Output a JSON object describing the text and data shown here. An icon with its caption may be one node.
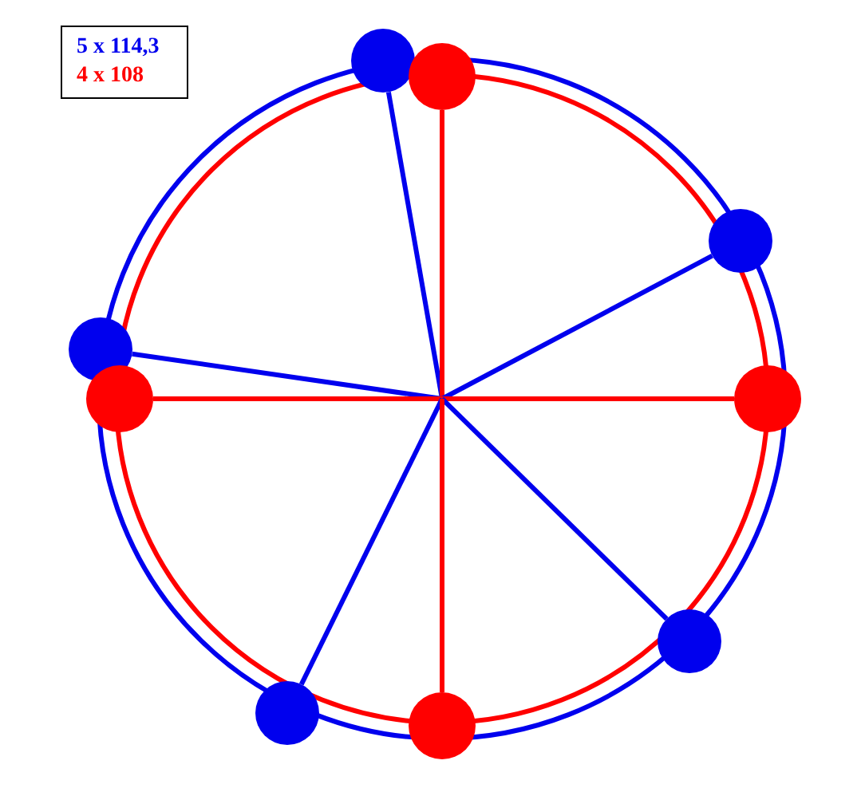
{
  "diagram": {
    "nodes": [
      {
        "text": [],
        "shape": "circle"
      },
      {
        "text": [],
        "shape": "circle"
      },
      {
        "text": [],
        "shape": "circle"
      },
      {
        "text": [],
        "shape": "circle"
      },
      {
        "text": [],
        "shape": "circle"
      },
      {
        "text": [],
        "shape": "circle"
      },
      {
        "text": [],
        "shape": "circle"
      },
      {
        "text": [],
        "shape": "circle"
      },
      {
        "text": [],
        "shape": "circle"
      }
    ],
    "edges": [
      {
        "from": null,
        "to": 0,
        "arrow": "none"
      },
      {
        "from": null,
        "to": 1,
        "arrow": "none",
        "color": "#ff0000"
      },
      {
        "from": null,
        "to": 2,
        "arrow": "none"
      },
      {
        "from": null,
        "to": 3,
        "arrow": "none"
      },
      {
        "from": null,
        "to": 4,
        "arrow": "none",
        "color": "#ff0000"
      },
      {
        "from": null,
        "to": 5,
        "arrow": "none",
        "color": "#ff0000"
      },
      {
        "from": null,
        "to": 6,
        "arrow": "none"
      },
      {
        "from": null,
        "to": 7,
        "arrow": "none"
      },
      {
        "from": null,
        "to": 8,
        "arrow": "none",
        "color": "#ff0000"
      }
    ],
    "labels": [
      "5 x 114,3",
      "4 x 108"
    ]
  }
}
